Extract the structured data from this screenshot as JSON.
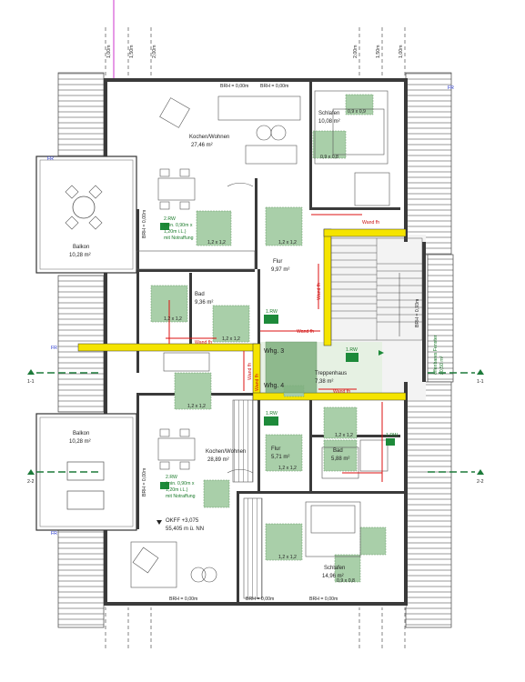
{
  "colors": {
    "wall": "#3a3a3a",
    "fire_wall": "#f5e400",
    "green_zone": "#a9cfa9",
    "green_zone_dark": "#7fb07f",
    "corridor": "#e9f3e6",
    "exit_sign": "#1d8a3a",
    "red_line": "#dd1111",
    "blue_mark": "#2233cc",
    "section_mark": "#1d7a3a"
  },
  "dimensions": {
    "top_left": [
      "1,00m",
      "1,50m",
      "2,00m"
    ],
    "top_right": [
      "2,00m",
      "1,50m",
      "1,00m"
    ]
  },
  "brh": {
    "top_1": "BRH = 0,00m",
    "top_2": "BRH = 0,00m",
    "bottom_1": "BRH = 0,00m",
    "bottom_2": "BRH = 0,00m",
    "bottom_3": "BRH = 0,00m",
    "left_1": "BRH = 0,00m",
    "left_2": "BRH = 0,00m",
    "right": "BRH = 0,93m"
  },
  "rooms": {
    "kochen_wohnen_top": {
      "name": "Kochen/Wohnen",
      "area": "27,46 m²"
    },
    "schlafen_top": {
      "name": "Schlafen",
      "area": "10,08 m²"
    },
    "balkon_top": {
      "name": "Balkon",
      "area": "10,28 m²"
    },
    "flur_top": {
      "name": "Flur",
      "area": "9,97 m²"
    },
    "bad_top": {
      "name": "Bad",
      "area": "9,36 m²"
    },
    "treppenhaus": {
      "name": "Treppenhaus",
      "area": "7,38 m²"
    },
    "balkon_bottom": {
      "name": "Balkon",
      "area": "10,28 m²"
    },
    "kochen_wohnen_bottom": {
      "name": "Kochen/Wohnen",
      "area": "28,89 m²"
    },
    "flur_bottom": {
      "name": "Flur",
      "area": "5,71 m²"
    },
    "bad_bottom": {
      "name": "Bad",
      "area": "5,88 m²"
    },
    "schlafen_bottom": {
      "name": "Schlafen",
      "area": "14,96 m²"
    }
  },
  "units": {
    "top": "Whg. 3",
    "bottom": "Whg. 4"
  },
  "rw": {
    "top": {
      "label": "2.RW",
      "line1": "(min. 0,90m x",
      "line2": "1,20m i.L.)",
      "line3": "mit Notraffung"
    },
    "bottom": {
      "label": "2.RW",
      "line1": "(min. 0,90m x",
      "line2": "1,20m i.L.)",
      "line3": "mit Notraffung"
    }
  },
  "first_rw": {
    "a": "1.RW",
    "b": "1.RW",
    "c": "1.RW",
    "d": "1.RW"
  },
  "wand_labels": {
    "a": "Wand fh",
    "b": "Wand fh",
    "c": "Wand fh",
    "d": "Wand fh",
    "e": "Wand fh",
    "f": "Wand fh",
    "g": "Wand fh"
  },
  "zones": {
    "s12": "1,2 x 1,2",
    "s09": "0,9 x 0,9",
    "s09b": "0,9 x 0,8"
  },
  "level": {
    "okff": "OKFF +3,075",
    "nn": "55,405 m ü. NN"
  },
  "fenster": {
    "line1": "öffenbares Fenster",
    "line2": "≥0,50 m²"
  },
  "sections": {
    "left_1": "1-1",
    "right_1": "1-1",
    "left_2": "2-2",
    "right_2": "2-2"
  },
  "fr_marks": {
    "a": "FR",
    "b": "FR",
    "c": "FR",
    "d": "FR"
  }
}
